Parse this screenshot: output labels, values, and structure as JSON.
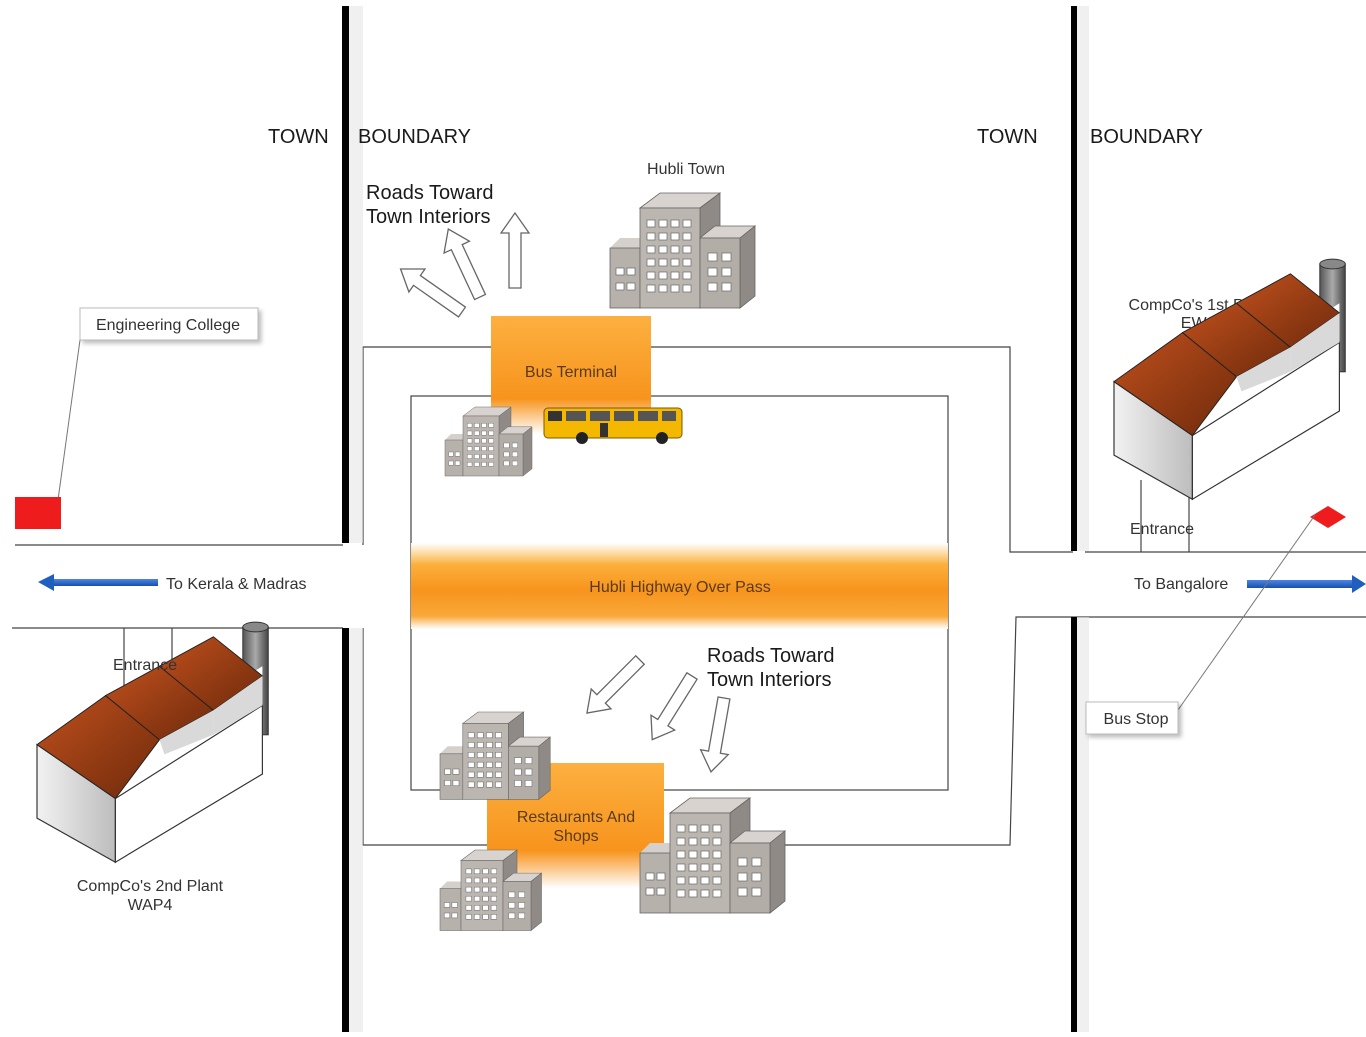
{
  "diagram": {
    "town_labels": [
      "TOWN",
      "TOWN"
    ],
    "boundary_labels": [
      "BOUNDARY",
      "BOUNDARY"
    ],
    "hubli_town": "Hubli Town",
    "roads_top": [
      "Roads Toward",
      "Town Interiors"
    ],
    "roads_bottom": [
      "Roads Toward",
      "Town Interiors"
    ],
    "engineering_college": "Engineering College",
    "bus_terminal": "Bus Terminal",
    "overpass": "Hubli Highway Over Pass",
    "to_kerala": "To Kerala & Madras",
    "to_bangalore": "To Bangalore",
    "plant1": [
      "CompCo's 1st Plant",
      "EWS"
    ],
    "plant2": [
      "CompCo's 2nd Plant",
      "WAP4"
    ],
    "entrance_left": "Entrance",
    "entrance_right": "Entrance",
    "bus_stop": "Bus Stop",
    "restaurants": [
      "Restaurants And",
      "Shops"
    ]
  },
  "colors": {
    "orange": "#f7941d",
    "roof": "#8b3a12",
    "arrow_blue": "#1f5fbf",
    "marker_red": "#ee1c1c",
    "building_gray": "#b8b2ad",
    "bus_yellow": "#f5b800"
  }
}
